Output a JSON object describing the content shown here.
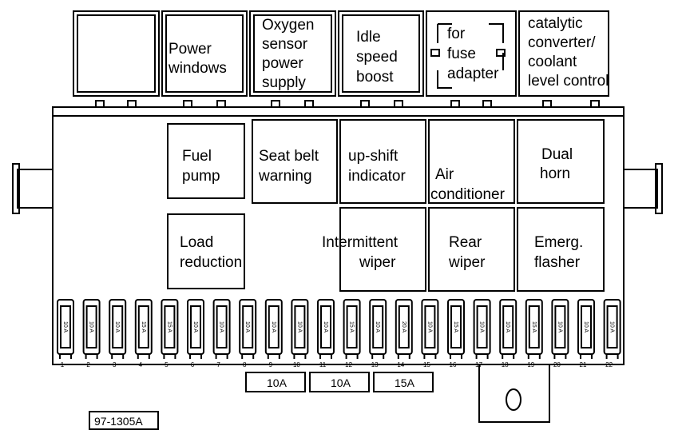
{
  "top_relays": [
    {
      "lines": []
    },
    {
      "lines": [
        "Power",
        "windows"
      ]
    },
    {
      "lines": [
        "Oxygen",
        "sensor",
        "power",
        "supply"
      ]
    },
    {
      "lines": [
        "Idle",
        "speed",
        "boost"
      ]
    },
    {
      "lines": [
        "for",
        "fuse",
        "adapter"
      ]
    },
    {
      "lines": [
        "catalytic",
        "converter/",
        "coolant",
        "level control"
      ]
    }
  ],
  "relays": [
    {
      "lines": [
        "Fuel",
        "pump"
      ]
    },
    {
      "lines": [
        "Seat belt",
        "warning"
      ]
    },
    {
      "lines": [
        "up-shift",
        "indicator"
      ]
    },
    {
      "lines": [
        "Air",
        "conditioner"
      ]
    },
    {
      "lines": [
        "Dual",
        "horn"
      ]
    },
    {
      "lines": [
        "Load",
        "reduction"
      ]
    },
    {
      "lines": [
        "Intermittent",
        "wiper"
      ]
    },
    {
      "lines": [
        "Rear",
        "wiper"
      ]
    },
    {
      "lines": [
        "Emerg.",
        "flasher"
      ]
    }
  ],
  "fuses": [
    {
      "number": "1",
      "rating": "10 A"
    },
    {
      "number": "2",
      "rating": "10 A"
    },
    {
      "number": "3",
      "rating": "10 A"
    },
    {
      "number": "4",
      "rating": "15 A"
    },
    {
      "number": "5",
      "rating": "15 A"
    },
    {
      "number": "6",
      "rating": "10 A"
    },
    {
      "number": "7",
      "rating": "10 A"
    },
    {
      "number": "8",
      "rating": "10 A"
    },
    {
      "number": "9",
      "rating": "10 A"
    },
    {
      "number": "10",
      "rating": "10 A"
    },
    {
      "number": "11",
      "rating": "10 A"
    },
    {
      "number": "12",
      "rating": "15 A"
    },
    {
      "number": "13",
      "rating": "10 A"
    },
    {
      "number": "14",
      "rating": "20 A"
    },
    {
      "number": "15",
      "rating": "10 A"
    },
    {
      "number": "16",
      "rating": "15 A"
    },
    {
      "number": "17",
      "rating": "10 A"
    },
    {
      "number": "18",
      "rating": "10 A"
    },
    {
      "number": "19",
      "rating": "15 A"
    },
    {
      "number": "20",
      "rating": "10 A"
    },
    {
      "number": "21",
      "rating": "10 A"
    },
    {
      "number": "22",
      "rating": "10 A"
    }
  ],
  "spare_fuses": [
    "10A",
    "10A",
    "15A"
  ],
  "figure_id": "97-1305A",
  "connector_label": "O"
}
